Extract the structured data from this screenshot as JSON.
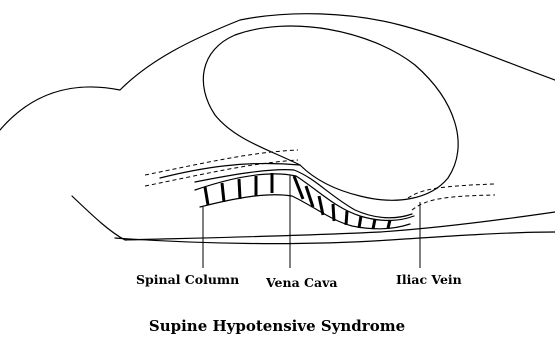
{
  "title": "Supine Hypotensive Syndrome",
  "labels": {
    "spinal_column": "Spinal Column",
    "vena_cava": "Vena Cava",
    "iliac_vein": "Iliac Vein"
  }
}
